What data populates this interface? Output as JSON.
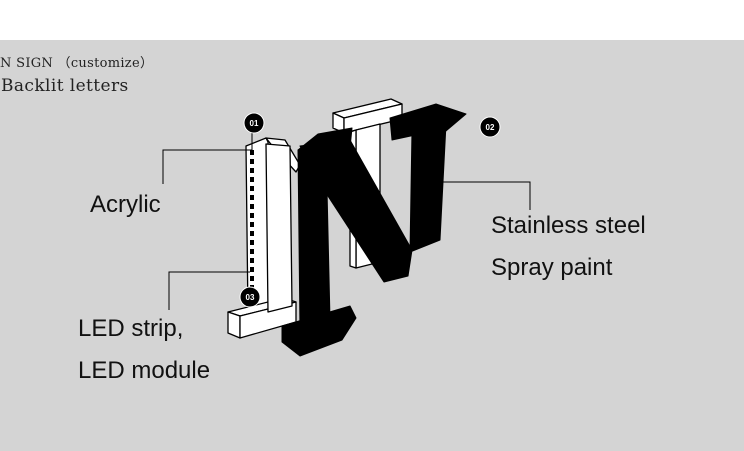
{
  "header": {
    "title": "N SIGN （customize）",
    "subtitle": "Backlit letters"
  },
  "markers": [
    {
      "number": "01",
      "labels": [
        "Acrylic"
      ]
    },
    {
      "number": "02",
      "labels": [
        "Stainless steel",
        "Spray paint"
      ]
    },
    {
      "number": "03",
      "labels": [
        "LED strip,",
        "LED module"
      ]
    }
  ],
  "colors": {
    "background": "#d4d4d4",
    "letter_front": "#000000",
    "letter_back": "#ffffff",
    "marker": "#000000"
  }
}
